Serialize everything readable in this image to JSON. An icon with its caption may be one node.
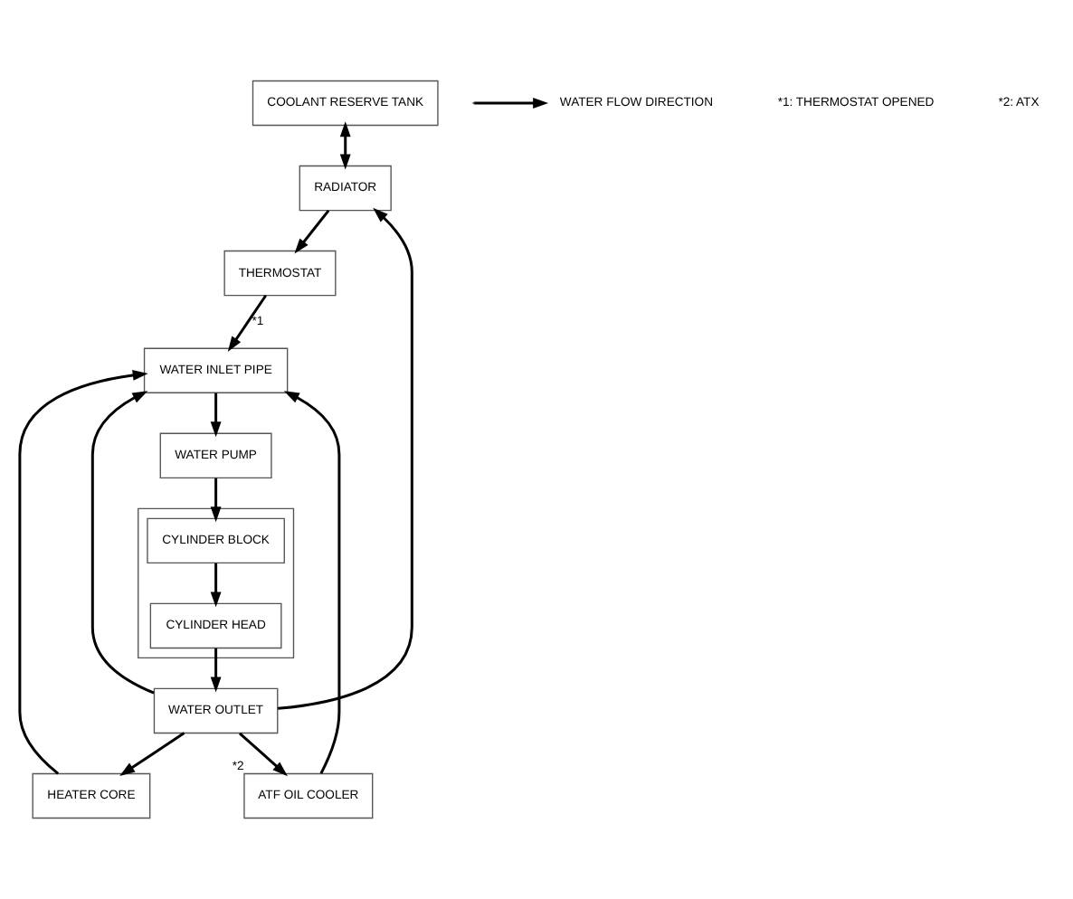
{
  "diagram": {
    "nodes": [
      {
        "text": [
          "COOLANT RESERVE TANK"
        ]
      },
      {
        "text": [
          "HEATER CORE"
        ]
      },
      {
        "text": [
          "WATER INLET PIPE"
        ]
      },
      {
        "text": [
          "WATER OUTLET"
        ]
      },
      {
        "text": [
          "THERMOSTAT"
        ]
      },
      {
        "text": [],
        "shape": "box"
      },
      {
        "text": [
          "CYLINDER HEAD"
        ],
        "in": 5
      },
      {
        "text": [
          "RADIATOR"
        ]
      },
      {
        "text": [
          "ATF OIL COOLER"
        ],
        "beside": [
          "*2"
        ]
      },
      {
        "text": [
          "WATER PUMP"
        ]
      },
      {
        "text": [
          "CYLINDER BLOCK"
        ],
        "in": 5
      }
    ],
    "edges": [
      {
        "from": 0,
        "to": 7,
        "arrow": "both"
      },
      {
        "from": 9,
        "to": 10,
        "arrow": "to"
      },
      {
        "from": 10,
        "to": 6,
        "arrow": "to"
      },
      {
        "from": 6,
        "to": 3,
        "arrow": "to"
      },
      {
        "from": 3,
        "to": 1,
        "arrow": "to"
      },
      {
        "from": 1,
        "to": 2,
        "arrow": "to"
      },
      {
        "from": 8,
        "to": 2,
        "arrow": "to"
      },
      {
        "from": 3,
        "to": 2,
        "arrow": "to"
      },
      {
        "from": 4,
        "to": 2,
        "arrow": "to",
        "label": "*1"
      },
      {
        "from": 2,
        "to": 9,
        "arrow": "to"
      },
      {
        "from": 3,
        "to": 7,
        "arrow": "to"
      },
      {
        "from": 7,
        "to": 4,
        "arrow": "to"
      },
      {
        "from": 3,
        "to": 8,
        "arrow": "to"
      }
    ],
    "labels": [
      "*1: THERMOSTAT OPENED",
      "*2: ATX"
    ],
    "legend": [
      {
        "text": "WATER FLOW DIRECTION"
      }
    ]
  }
}
